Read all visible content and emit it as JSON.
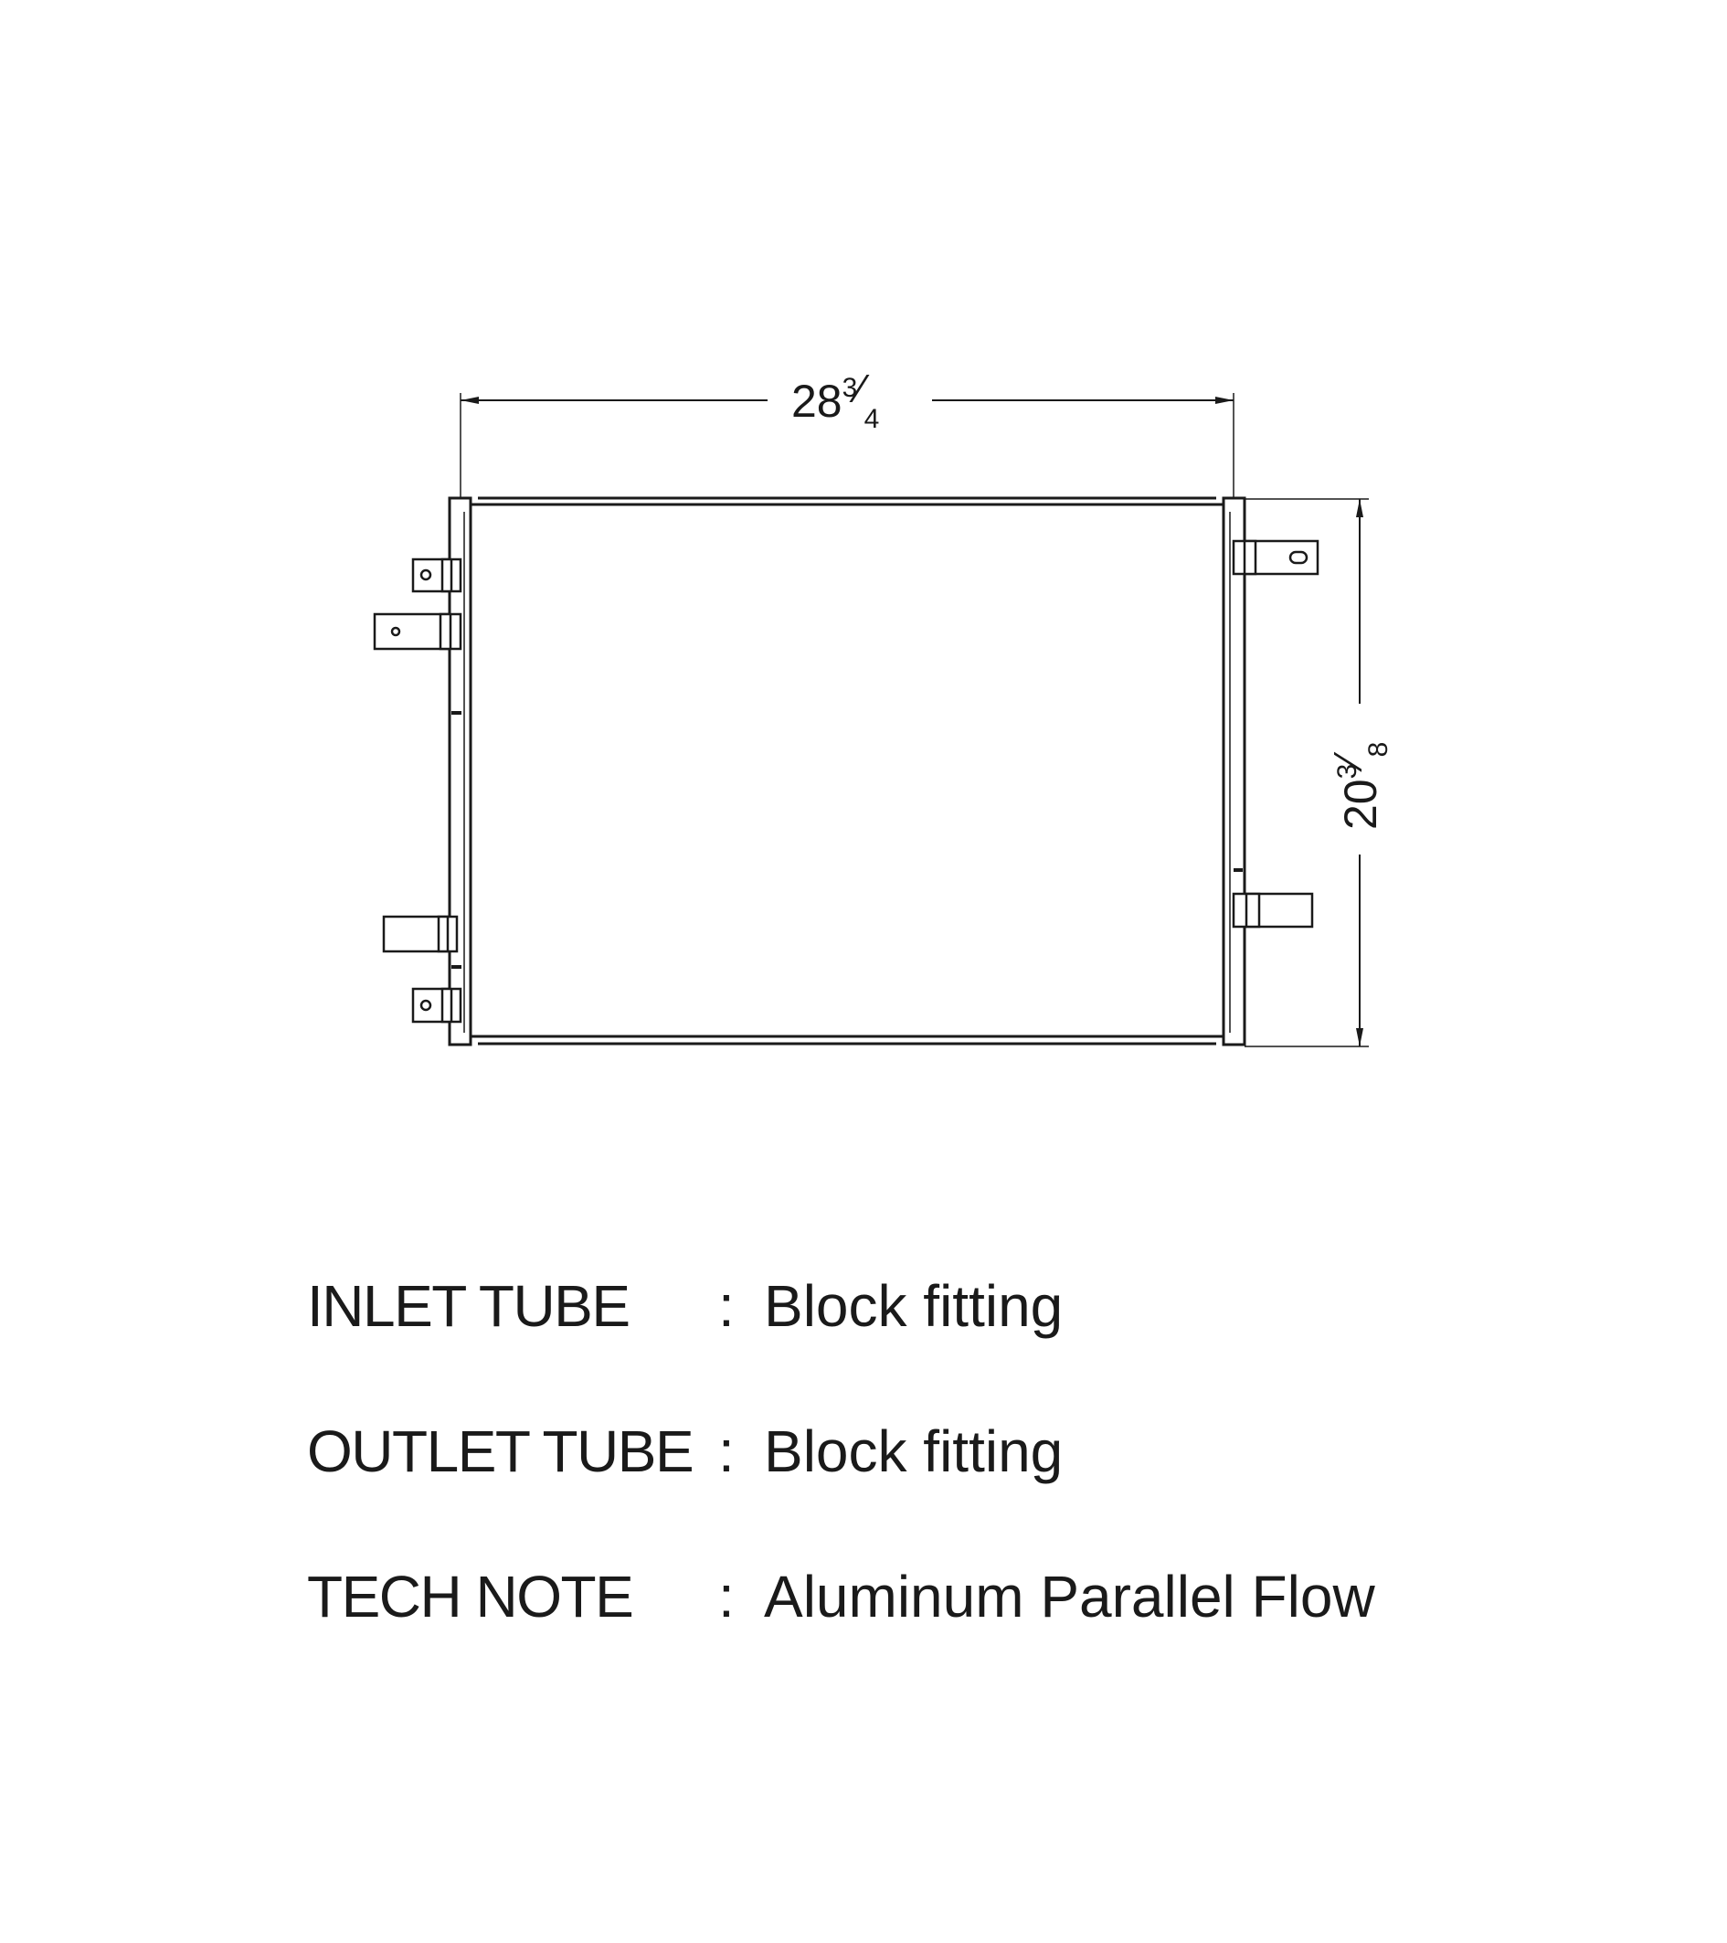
{
  "drawing": {
    "width_dimension": {
      "whole": "28",
      "numerator": "3",
      "denominator": "4"
    },
    "height_dimension": {
      "whole": "20",
      "numerator": "3",
      "denominator": "8"
    }
  },
  "specs": [
    {
      "label": "INLET TUBE",
      "colon": ":",
      "value": "Block fitting"
    },
    {
      "label": "OUTLET TUBE",
      "colon": ":",
      "value": "Block fitting"
    },
    {
      "label": "TECH NOTE",
      "colon": ":",
      "value": "Aluminum Parallel Flow"
    }
  ]
}
